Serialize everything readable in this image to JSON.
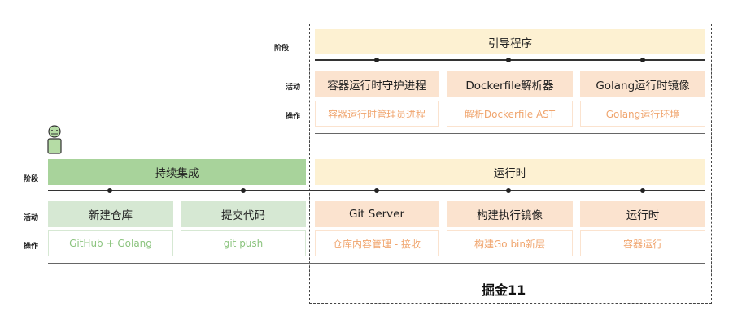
{
  "labels": {
    "stage": "阶段",
    "activity": "活动",
    "operation": "操作"
  },
  "top_section": {
    "stage": "引导程序",
    "activities": [
      "容器运行时守护进程",
      "Dockerfile解析器",
      "Golang运行时镜像"
    ],
    "operations": [
      "容器运行时管理员进程",
      "解析Dockerfile AST",
      "Golang运行环境"
    ]
  },
  "bottom_section": {
    "stage_ci": "持续集成",
    "stage_runtime": "运行时",
    "activities": [
      "新建仓库",
      "提交代码",
      "Git Server",
      "构建执行镜像",
      "运行时"
    ],
    "operations": [
      "GitHub + Golang",
      "git push",
      "仓库内容管理 - 接收",
      "构建Go bin新层",
      "容器运行"
    ]
  },
  "footer": {
    "title": "掘金11"
  },
  "icons": {
    "person": "person-icon"
  },
  "colors": {
    "green_light": "#d6e8d3",
    "green_dark": "#a8d39b",
    "peach": "#fbe3cf",
    "cream": "#fdf1d2",
    "green_text": "#8cc47f",
    "peach_text": "#f0a56e"
  }
}
